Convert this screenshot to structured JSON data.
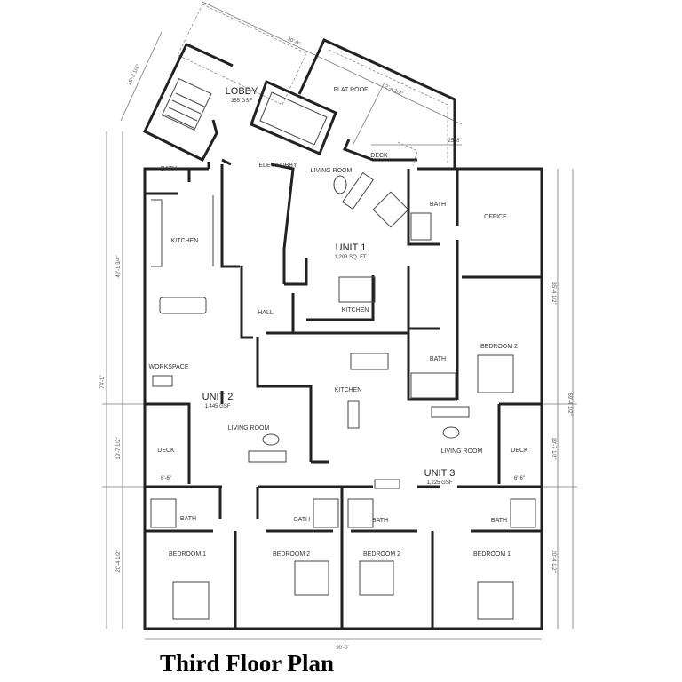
{
  "title": "Third Floor Plan",
  "rooms": {
    "lobby": "LOBBY",
    "lobby_area": "355 GSF",
    "flat_roof": "FLAT ROOF",
    "elev_lobby": "ELEV LOBBY",
    "deck_top": "DECK",
    "bath_u2_top": "BATH",
    "kitchen_u2": "KITCHEN",
    "living_u1": "LIVING ROOM",
    "unit1": "UNIT 1",
    "unit1_area": "1,203 SQ. FT.",
    "kitchen_u1": "KITCHEN",
    "bath_u1": "BATH",
    "office": "OFFICE",
    "bedroom2_u1": "BEDROOM 2",
    "bath_u1_b": "BATH",
    "hall": "HALL",
    "workspace": "WORKSPACE",
    "kitchen_u3": "KITCHEN",
    "unit2": "UNIT 2",
    "unit2_area": "1,445 GSF",
    "living_u2": "LIVING ROOM",
    "deck_left": "DECK",
    "deck_left_dim": "6'-6\"",
    "living_u3": "LIVING ROOM",
    "unit3": "UNIT 3",
    "unit3_area": "1,225 GSF",
    "deck_right": "DECK",
    "deck_right_dim": "6'-6\"",
    "bath_1": "BATH",
    "bath_2": "BATH",
    "bath_3": "BATH",
    "bath_4": "BATH",
    "bedroom1_u2": "BEDROOM 1",
    "bedroom2_u2": "BEDROOM 2",
    "bedroom2_u3": "BEDROOM 2",
    "bedroom1_u3": "BEDROOM 1"
  },
  "dimensions": {
    "top_30": "30'-0\"",
    "lobby_15": "15'-3 1/4\"",
    "roof_2": "2'-4 1/2\"",
    "deck_25": "25'-8\"",
    "left_42": "42'-1 3/4\"",
    "left_74": "74'-1\"",
    "left_19": "19'-7 1/2\"",
    "left_20": "20'-4 1/2\"",
    "right_35": "35'-4 1/2\"",
    "right_69": "69'-4 1/2\"",
    "right_19": "19'-7 1/2\"",
    "right_20": "20'-4 1/2\"",
    "bottom_90": "90'-0\""
  }
}
